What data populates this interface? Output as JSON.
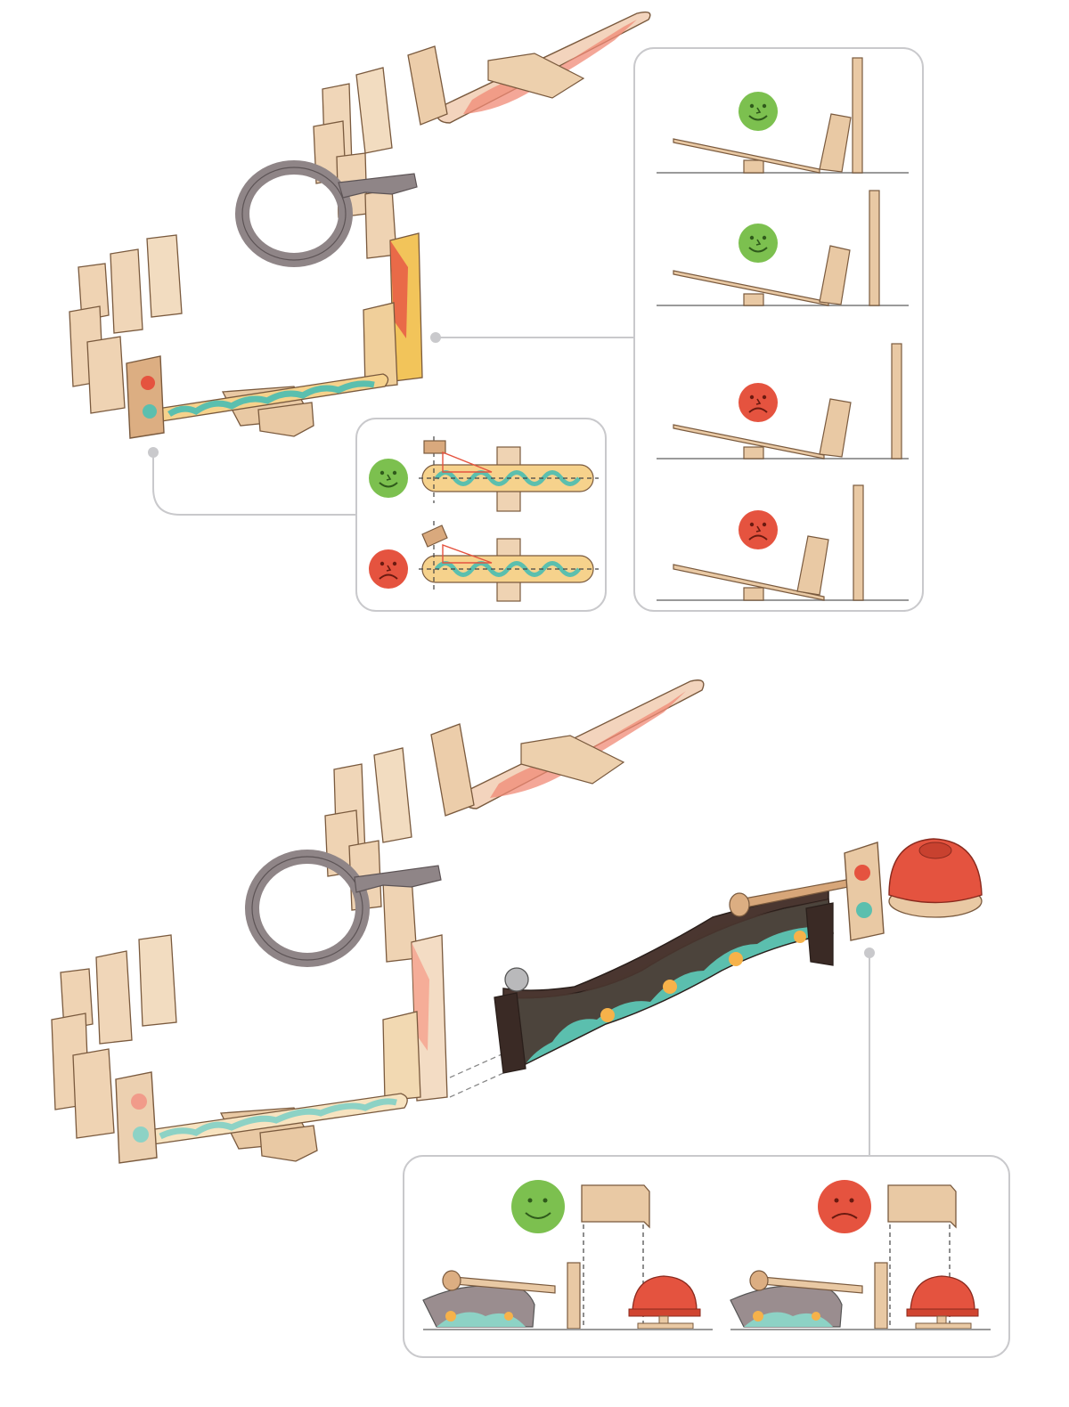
{
  "colors": {
    "wood": "#e9c9a4",
    "wood_light": "#f3e0c8",
    "wood_dark": "#c99a6c",
    "outline": "#7a5a3e",
    "happy": "#7cc04f",
    "sad": "#e5533f",
    "callout_border": "#c9c9cc",
    "ground": "#9a9a9a",
    "teal": "#5bbfae",
    "orange": "#f6b24a",
    "coral": "#ef7b66",
    "track_dark": "#4a3630",
    "ring_gray": "#8f8587",
    "bell_red": "#e4533f"
  },
  "sections": [
    {
      "id": "setup-top",
      "callouts": [
        {
          "id": "seesaw-alignment",
          "cases": [
            "happy",
            "sad"
          ]
        },
        {
          "id": "lever-gap",
          "cases": [
            "happy",
            "happy",
            "sad",
            "sad"
          ]
        }
      ]
    },
    {
      "id": "setup-bottom",
      "callouts": [
        {
          "id": "hammer-bell",
          "cases": [
            "happy",
            "sad"
          ]
        }
      ]
    }
  ],
  "icons": [
    "happy-face-icon",
    "sad-face-icon",
    "domino-block-icon",
    "bell-icon",
    "hammer-icon"
  ]
}
